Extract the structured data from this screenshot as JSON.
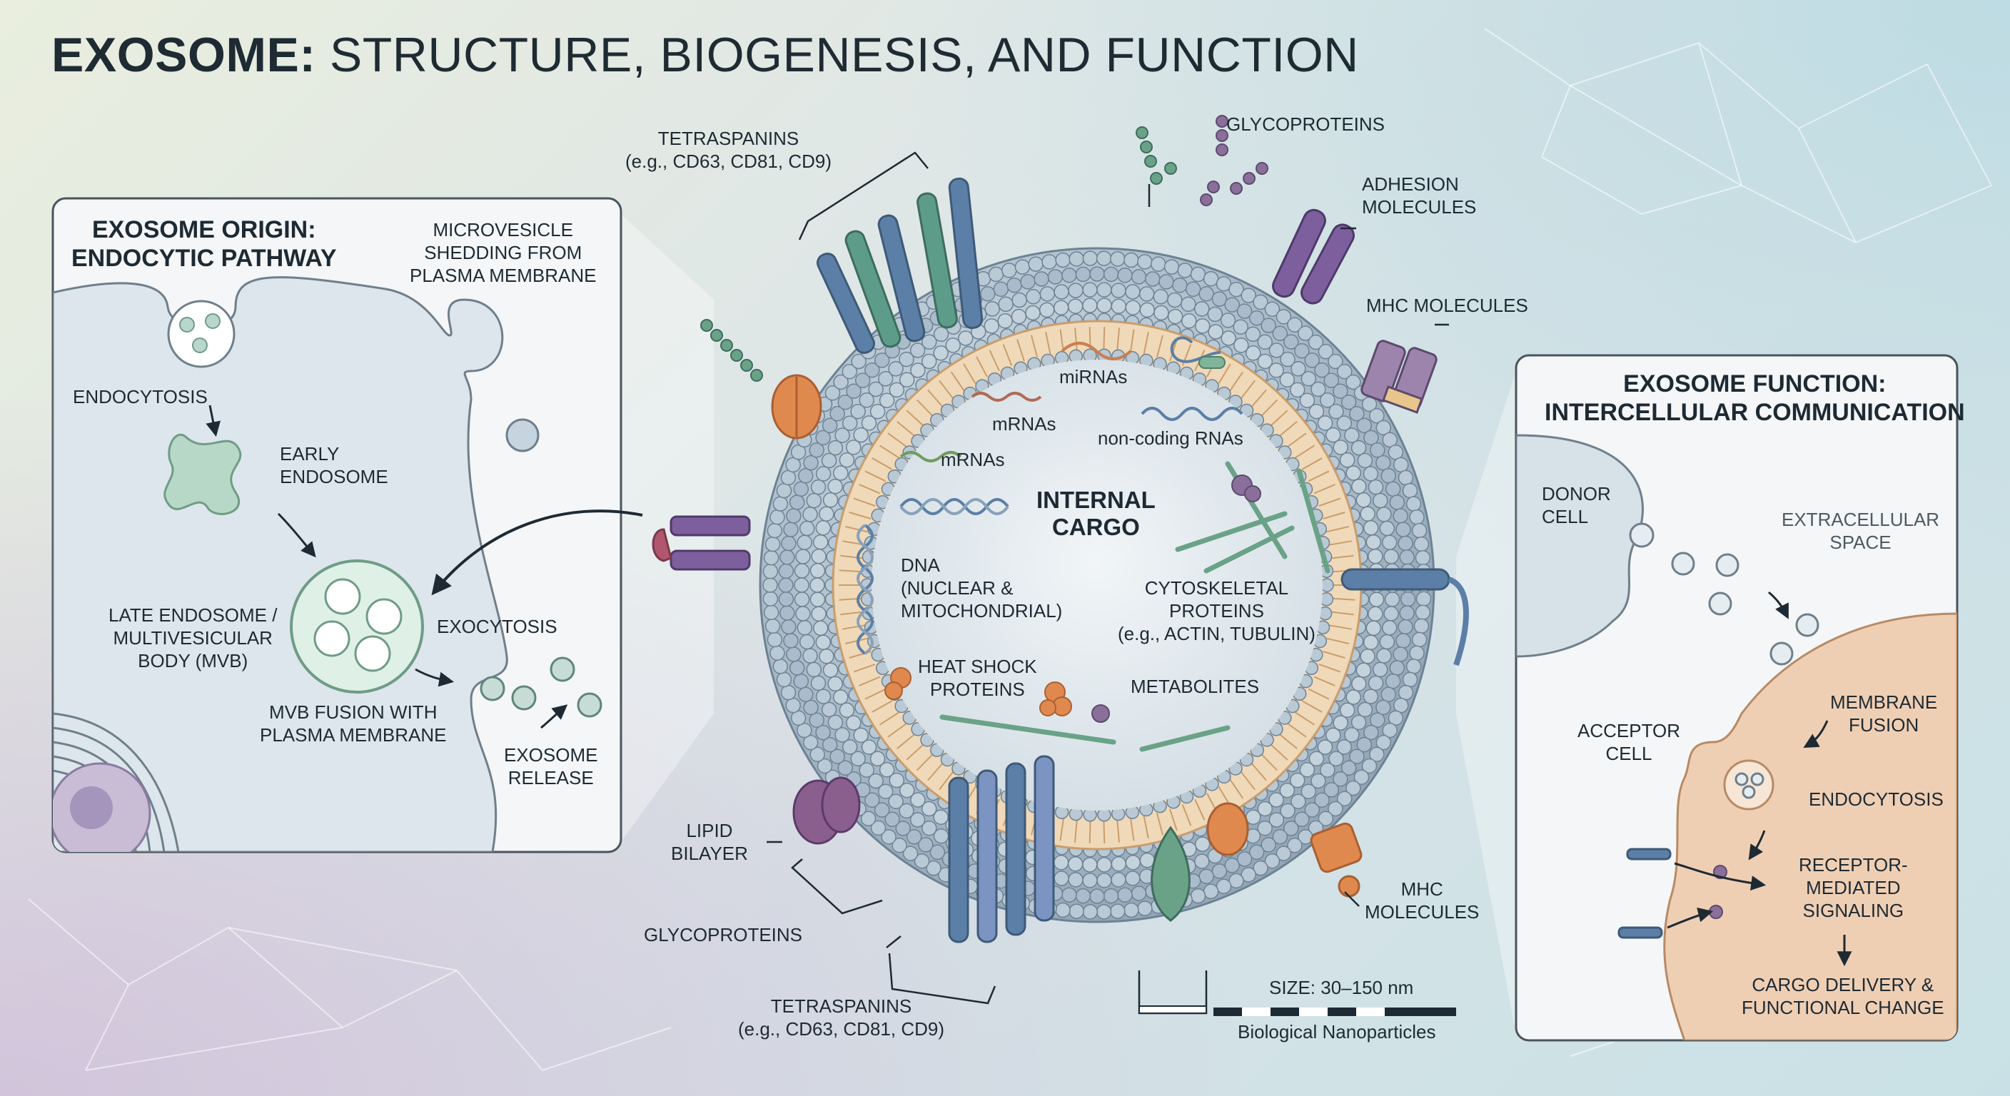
{
  "title": {
    "bold": "EXOSOME:",
    "rest": "STRUCTURE, BIOGENESIS, AND FUNCTION"
  },
  "left_panel": {
    "heading_1": "EXOSOME ORIGIN:",
    "heading_2": "ENDOCYTIC PATHWAY",
    "microvesicle": [
      "MICROVESICLE",
      "SHEDDING FROM",
      "PLASMA MEMBRANE"
    ],
    "endocytosis": "ENDOCYTOSIS",
    "early_endosome": [
      "EARLY",
      "ENDOSOME"
    ],
    "late_endosome": [
      "LATE ENDOSOME /",
      "MULTIVESICULAR",
      "BODY (MVB)"
    ],
    "exocytosis": "EXOCYTOSIS",
    "mvb_fusion": [
      "MVB FUSION WITH",
      "PLASMA MEMBRANE"
    ],
    "exosome_release": [
      "EXOSOME",
      "RELEASE"
    ]
  },
  "center": {
    "tetraspanins_top": [
      "TETRASPANINS",
      "(e.g., CD63, CD81, CD9)"
    ],
    "glycoproteins_top": "GLYCOPROTEINS",
    "adhesion": [
      "ADHESION",
      "MOLECULES"
    ],
    "mhc_top": "MHC MOLECULES",
    "mirnas": "miRNAs",
    "mrnas_1": "mRNAs",
    "mrnas_2": "mRNAs",
    "noncoding": "non-coding RNAs",
    "internal_cargo": [
      "INTERNAL",
      "CARGO"
    ],
    "dna": [
      "DNA",
      "(NUCLEAR &",
      "MITOCHONDRIAL)"
    ],
    "cytoskeletal": [
      "CYTOSKELETAL",
      "PROTEINS",
      "(e.g., ACTIN, TUBULIN)"
    ],
    "heat_shock": [
      "HEAT SHOCK",
      "PROTEINS"
    ],
    "metabolites": "METABOLITES",
    "lipid_bilayer": [
      "LIPID",
      "BILAYER"
    ],
    "glycoproteins_bottom": "GLYCOPROTEINS",
    "tetraspanins_bottom": [
      "TETRASPANINS",
      "(e.g., CD63, CD81, CD9)"
    ],
    "mhc_bottom": [
      "MHC",
      "MOLECULES"
    ],
    "size": "SIZE: 30–150 nm",
    "nanoparticles": "Biological Nanoparticles"
  },
  "right_panel": {
    "heading_1": "EXOSOME FUNCTION:",
    "heading_2": "INTERCELLULAR COMMUNICATION",
    "donor": [
      "DONOR",
      "CELL"
    ],
    "extracellular": [
      "EXTRACELLULAR",
      "SPACE"
    ],
    "acceptor": [
      "ACCEPTOR",
      "CELL"
    ],
    "membrane_fusion": [
      "MEMBRANE",
      "FUSION"
    ],
    "endocytosis": "ENDOCYTOSIS",
    "receptor": [
      "RECEPTOR-",
      "MEDIATED",
      "SIGNALING"
    ],
    "cargo_delivery": [
      "CARGO DELIVERY &",
      "FUNCTIONAL CHANGE"
    ]
  },
  "colors": {
    "tetraspanin_blue": "#5b7fa6",
    "tetraspanin_green": "#5e9c8a",
    "adhesion_purple": "#7d5f9e",
    "mhc_mauve": "#8a6f9a",
    "orange_protein": "#e0894e",
    "lipid_head": "#a6b8c6",
    "lipid_tail": "#e8c9a2",
    "cytoskeleton_green": "#6aa287",
    "acceptor_cell": "#efcfb4"
  }
}
